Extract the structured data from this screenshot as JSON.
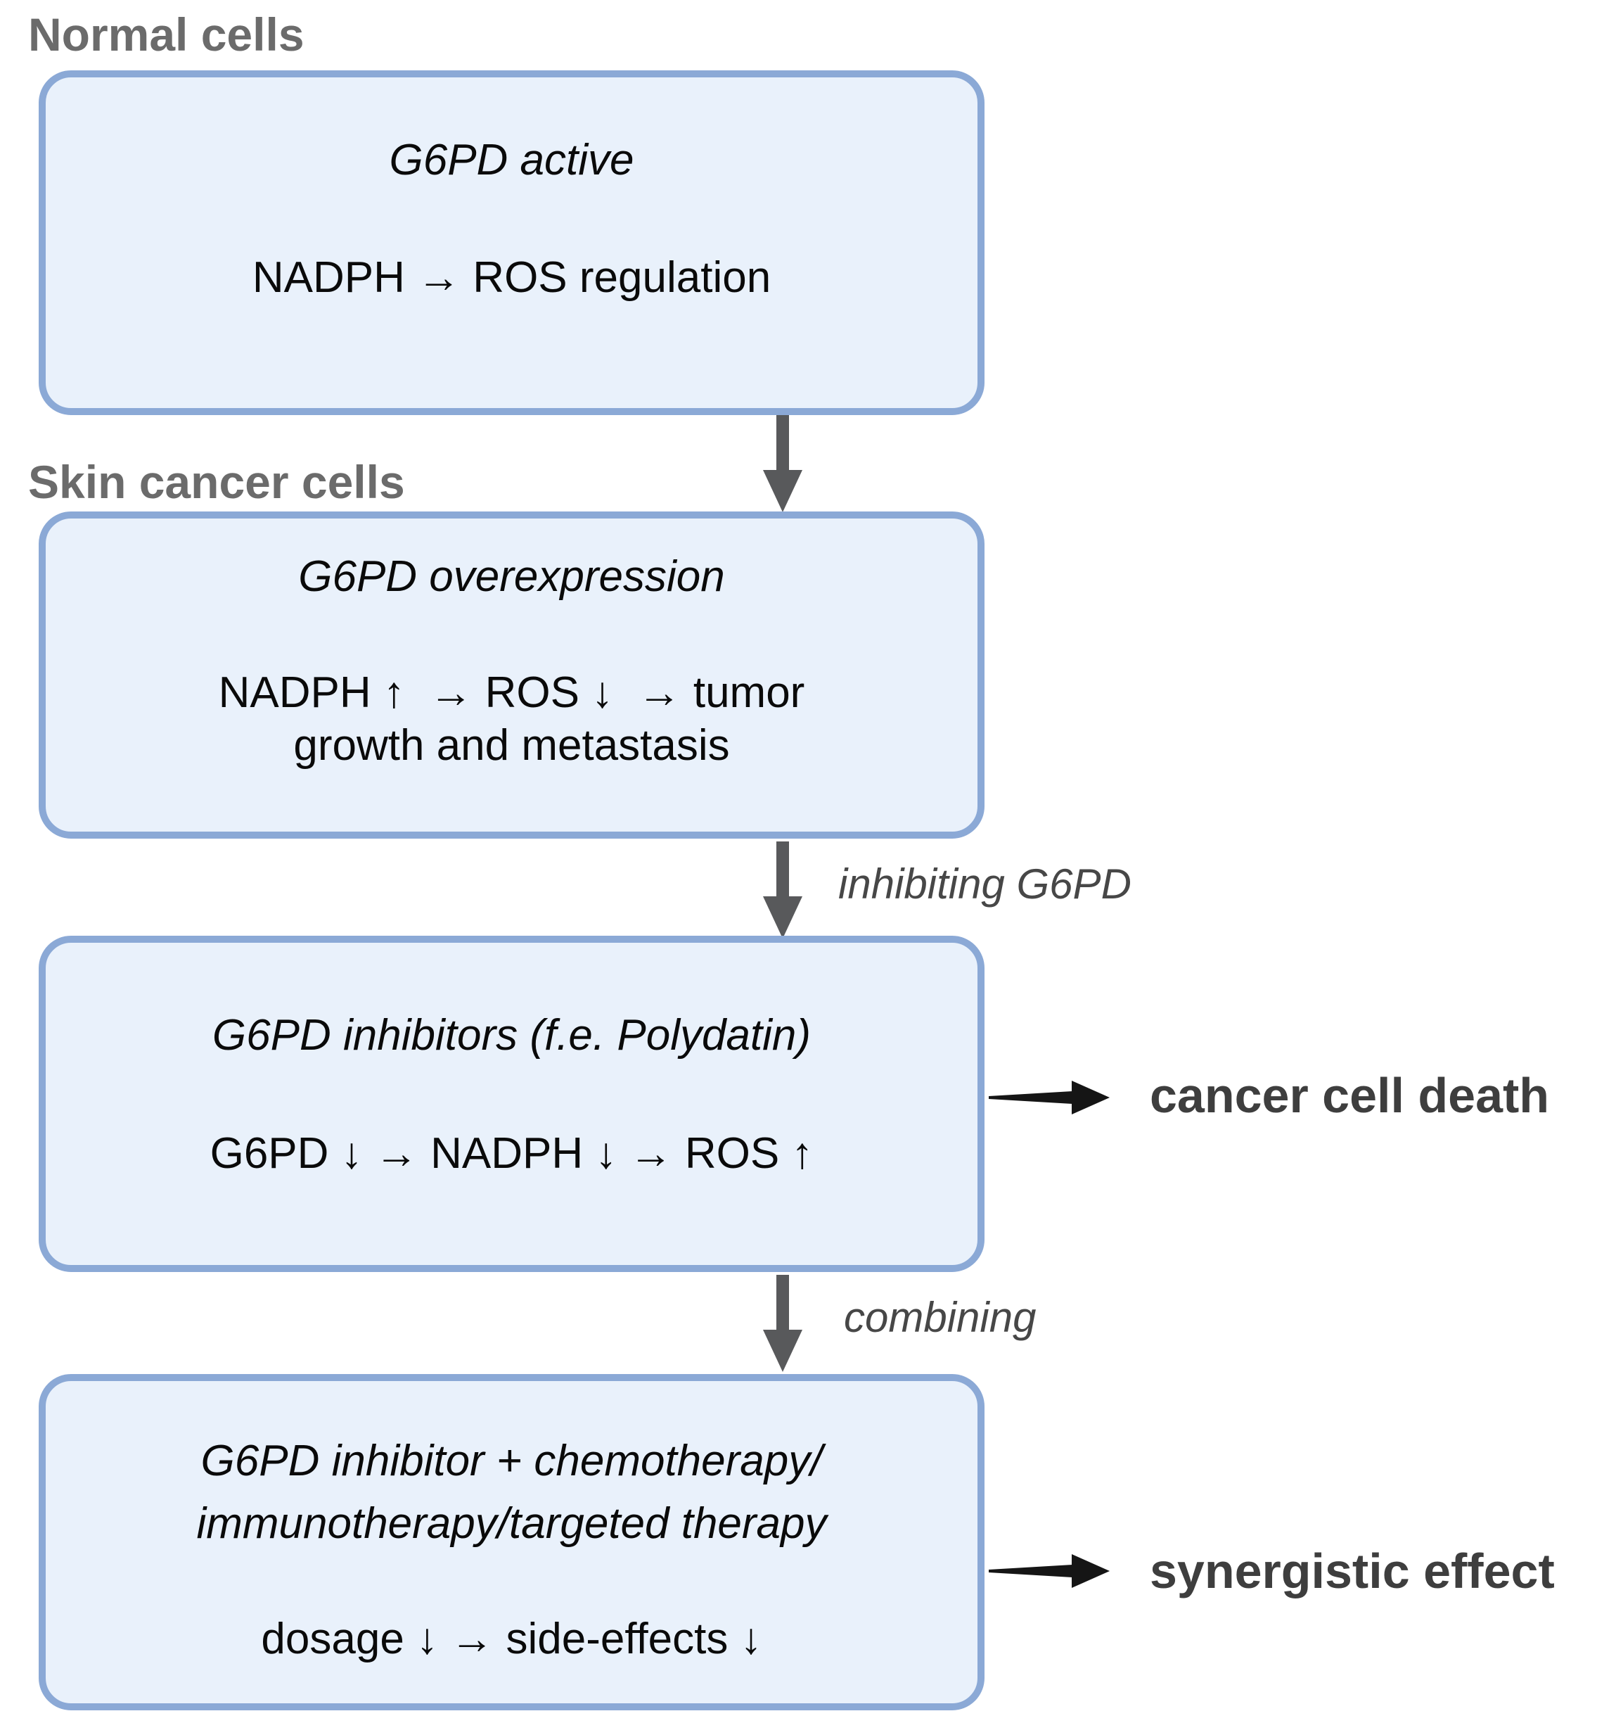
{
  "colors": {
    "background": "#ffffff",
    "box_fill": "#e9f1fb",
    "box_border": "#8ba9d6",
    "text_black": "#0a0a0a",
    "label_gray": "#6b6b6b",
    "annotation_gray": "#474747",
    "result_gray": "#3e3e3e",
    "arrow_gray": "#58595b",
    "arrow_black": "#151515"
  },
  "icons": {
    "down_arrow": "↓",
    "right_arrow": "→"
  },
  "sections": {
    "normal": {
      "label": "Normal cells",
      "line1": "G6PD active",
      "line2": "NADPH → ROS regulation"
    },
    "skin": {
      "label": "Skin cancer cells",
      "line1": "G6PD overexpression",
      "line2": "NADPH ↑  → ROS ↓  → tumor",
      "line3": "growth and metastasis"
    },
    "inhibitor": {
      "arrow_label": "inhibiting G6PD",
      "line1": "G6PD inhibitors (f.e. Polydatin)",
      "line2": "G6PD ↓ → NADPH ↓ → ROS ↑",
      "result": "cancer cell death"
    },
    "combination": {
      "arrow_label": "combining",
      "line1": "G6PD inhibitor + chemotherapy/",
      "line2": "immunotherapy/targeted therapy",
      "line3": "dosage ↓ → side-effects ↓",
      "result": "synergistic effect"
    }
  }
}
